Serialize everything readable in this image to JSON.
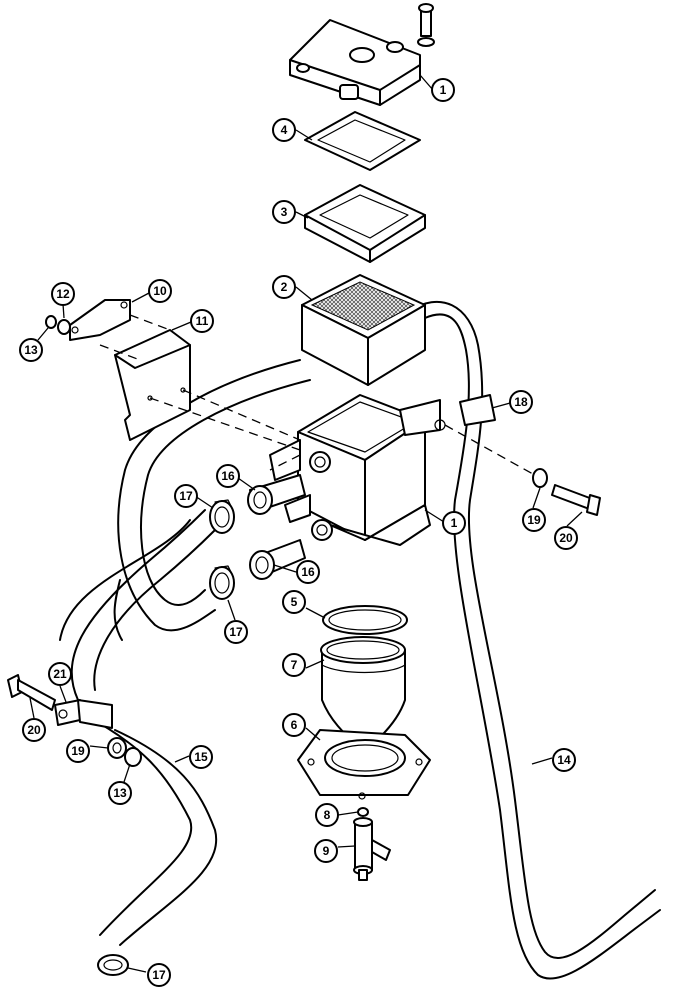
{
  "callouts": [
    {
      "label": "1"
    },
    {
      "label": "4"
    },
    {
      "label": "3"
    },
    {
      "label": "2"
    },
    {
      "label": "10"
    },
    {
      "label": "12"
    },
    {
      "label": "11"
    },
    {
      "label": "13"
    },
    {
      "label": "18"
    },
    {
      "label": "16"
    },
    {
      "label": "17"
    },
    {
      "label": "1"
    },
    {
      "label": "19"
    },
    {
      "label": "20"
    },
    {
      "label": "16"
    },
    {
      "label": "17"
    },
    {
      "label": "5"
    },
    {
      "label": "7"
    },
    {
      "label": "21"
    },
    {
      "label": "20"
    },
    {
      "label": "6"
    },
    {
      "label": "19"
    },
    {
      "label": "15"
    },
    {
      "label": "13"
    },
    {
      "label": "14"
    },
    {
      "label": "8"
    },
    {
      "label": "9"
    },
    {
      "label": "17"
    }
  ]
}
